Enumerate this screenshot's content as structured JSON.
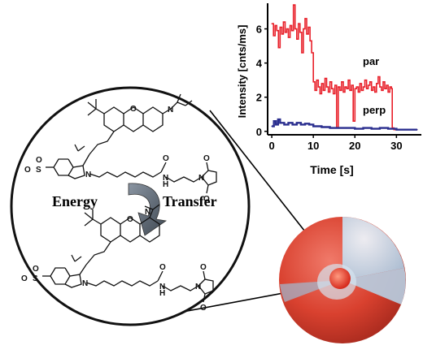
{
  "figure": {
    "energy_label": "Energy",
    "transfer_label": "Transfer",
    "colors": {
      "sphere_outer": "#d9412f",
      "sphere_inner": "#c9dceb",
      "core": "#e8382a",
      "arrow": "#5a6470",
      "par_trace": "#e8202a",
      "perp_trace": "#2b2f8f"
    },
    "molecule_top": {
      "oxygen": "O",
      "nitrogen_dye": "N",
      "nitrogen_amine": "N",
      "sulfonate_o1": "O",
      "sulfonate_s": "S",
      "sulfonate_o2": "O",
      "amide_o": "O",
      "amide_nh": "H",
      "amide_n": "N",
      "maleimide_n": "N",
      "maleimide_o1": "O",
      "maleimide_o2": "O"
    },
    "molecule_bottom": {
      "oxygen": "O",
      "nitrogen_dye": "N",
      "nitrogen_amine": "N",
      "sulfonate_o1": "O",
      "sulfonate_s": "S",
      "sulfonate_o2": "O",
      "amide_o": "O",
      "amide_nh": "H",
      "amide_n": "N",
      "maleimide_n": "N",
      "maleimide_o1": "O",
      "maleimide_o2": "O"
    }
  },
  "chart_data": {
    "type": "line",
    "xlabel": "Time [s]",
    "ylabel": "Intensity [cnts/ms]",
    "xlim": [
      -1,
      36
    ],
    "ylim": [
      -0.2,
      7.5
    ],
    "xticks": [
      0,
      10,
      20,
      30
    ],
    "yticks": [
      0,
      2,
      4,
      6
    ],
    "grid": false,
    "series": [
      {
        "name": "par",
        "color": "#e8202a",
        "x": [
          0,
          0.4,
          0.8,
          1.2,
          1.6,
          2.0,
          2.4,
          2.8,
          3.2,
          3.6,
          4.0,
          4.4,
          4.8,
          5.2,
          5.6,
          6.0,
          6.4,
          6.8,
          7.2,
          7.6,
          8.0,
          8.4,
          8.8,
          9.2,
          9.6,
          10.0,
          10.4,
          10.8,
          11.2,
          11.6,
          12.0,
          12.4,
          12.8,
          13.2,
          13.6,
          14.0,
          14.4,
          14.8,
          15.2,
          15.6,
          16.0,
          16.4,
          16.8,
          17.2,
          17.6,
          18.0,
          18.4,
          18.8,
          19.2,
          19.6,
          20.0,
          20.4,
          20.8,
          21.2,
          21.6,
          22.0,
          22.4,
          22.8,
          23.2,
          23.6,
          24.0,
          24.4,
          24.8,
          25.2,
          25.6,
          26.0,
          26.4,
          26.8,
          27.2,
          27.6,
          28.0,
          28.4,
          28.8,
          29.0,
          29.4,
          30.0,
          31.0,
          32.0,
          33.0,
          34.0,
          35.0
        ],
        "values": [
          6.3,
          5.6,
          6.2,
          5.9,
          4.9,
          6.1,
          5.7,
          6.4,
          5.8,
          6.0,
          5.5,
          6.2,
          5.9,
          7.4,
          6.0,
          5.4,
          6.3,
          5.8,
          4.6,
          6.0,
          6.6,
          5.7,
          6.1,
          5.3,
          4.6,
          2.9,
          2.4,
          3.0,
          2.6,
          2.2,
          2.8,
          2.4,
          3.1,
          2.6,
          2.3,
          2.9,
          2.5,
          2.2,
          2.7,
          0.2,
          2.6,
          2.4,
          2.9,
          2.3,
          2.6,
          2.5,
          3.0,
          2.4,
          2.7,
          0.6,
          2.5,
          2.6,
          2.3,
          2.8,
          2.4,
          2.6,
          3.0,
          2.5,
          2.7,
          2.9,
          2.4,
          2.6,
          2.3,
          2.8,
          3.2,
          2.6,
          2.4,
          2.9,
          2.5,
          2.7,
          2.3,
          2.6,
          2.5,
          0.2,
          0.1,
          0.1,
          0.1,
          0.1,
          0.1,
          0.1,
          0.1
        ]
      },
      {
        "name": "perp",
        "color": "#2b2f8f",
        "x": [
          0,
          0.5,
          1.0,
          1.5,
          2.0,
          3.0,
          4.0,
          5.0,
          6.0,
          7.0,
          8.0,
          9.0,
          10.0,
          12.0,
          14.0,
          16.0,
          18.0,
          20.0,
          22.0,
          24.0,
          26.0,
          28.0,
          30.0,
          32.0,
          34.0,
          35.0
        ],
        "values": [
          0.3,
          0.6,
          0.4,
          0.7,
          0.5,
          0.4,
          0.5,
          0.4,
          0.5,
          0.4,
          0.45,
          0.4,
          0.3,
          0.25,
          0.2,
          0.2,
          0.2,
          0.15,
          0.2,
          0.15,
          0.2,
          0.15,
          0.1,
          0.1,
          0.1,
          0.1
        ]
      }
    ],
    "annotations": [
      "par",
      "perp"
    ]
  }
}
